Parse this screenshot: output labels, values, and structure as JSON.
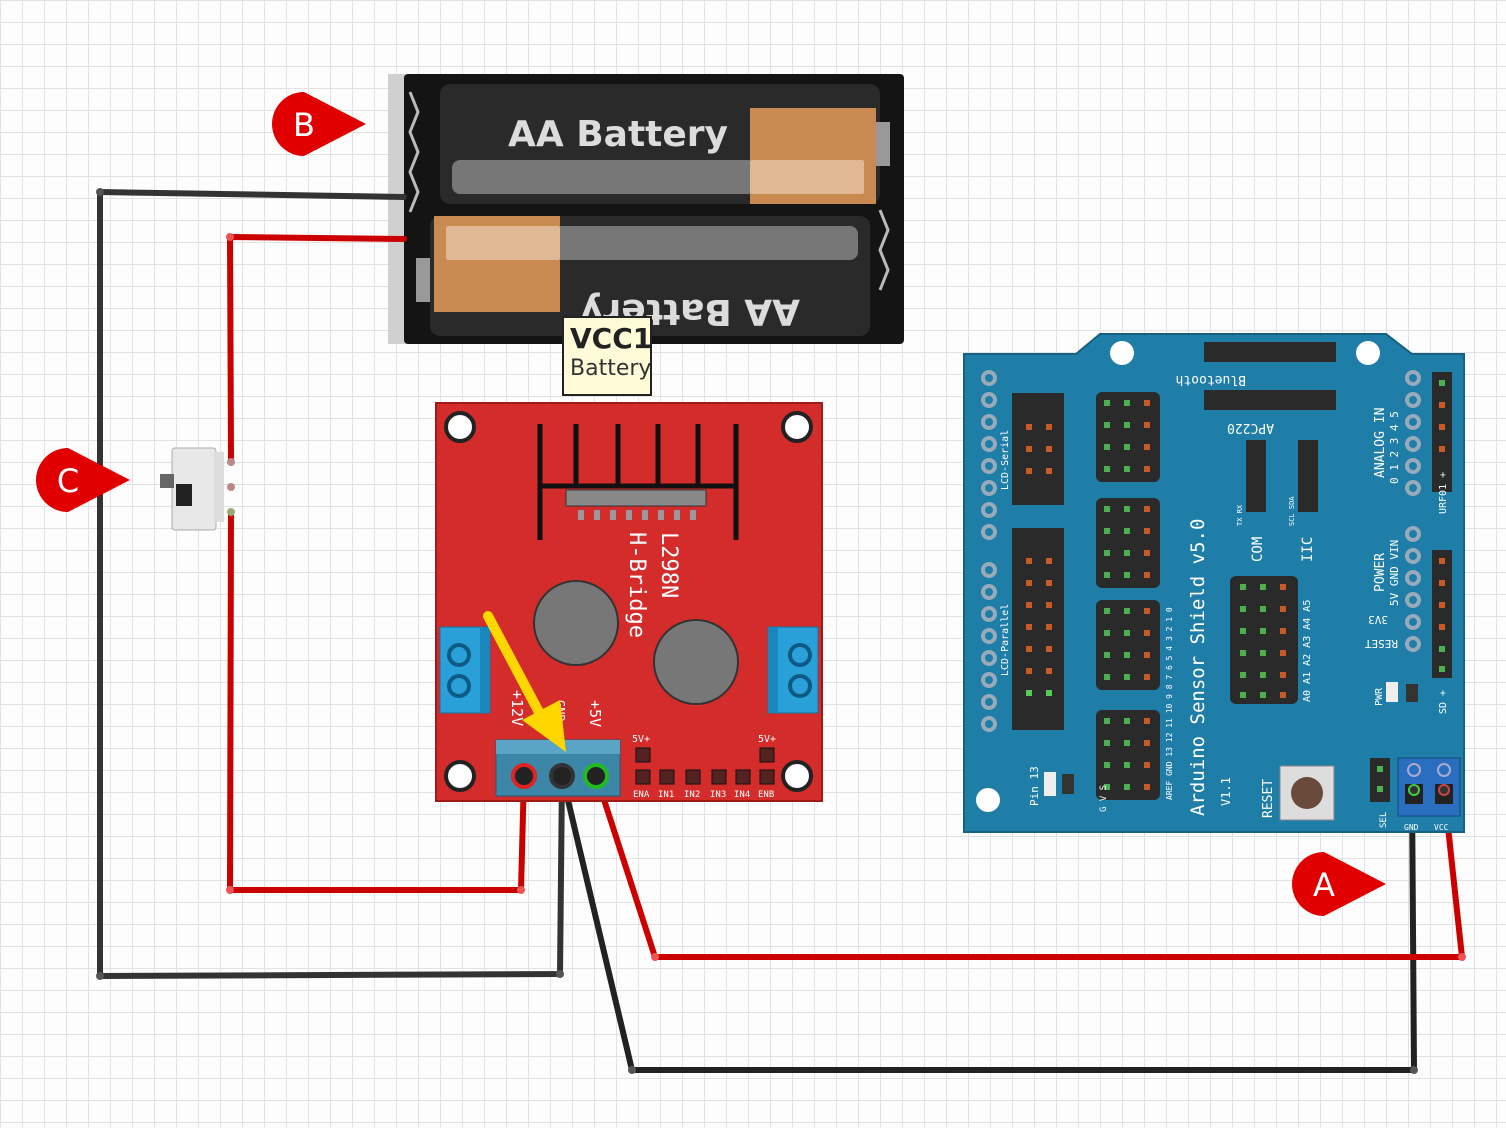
{
  "battery": {
    "label_top": "AA Battery",
    "label_bottom": "AA Battery"
  },
  "tooltip": {
    "title": "VCC1",
    "subtitle": "Battery"
  },
  "markers": {
    "a": "A",
    "b": "B",
    "c": "C"
  },
  "hbridge": {
    "title": "L298N",
    "subtitle": "H-Bridge",
    "pin_12v": "+12V",
    "pin_gnd": "GND",
    "pin_5v": "+5V",
    "ena_header": "5V+",
    "enb_header": "5V+",
    "pins": [
      "ENA",
      "IN1",
      "IN2",
      "IN3",
      "IN4",
      "ENB"
    ]
  },
  "shield": {
    "title": "Arduino Sensor Shield v5.0",
    "version": "V1.1",
    "reset": "RESET",
    "pin13": "Pin 13",
    "lcd_serial": "LCD-Serial",
    "lcd_parallel": "LCD-Parallel",
    "bluetooth": "Bluetooth",
    "apc220": "APC220",
    "com": "COM",
    "iic": "IIC",
    "analog_in": "ANALOG IN",
    "analog_pins": "0 1 2 3 4 5",
    "power": "POWER",
    "power_pins": "5V GND VIN",
    "v33": "3V3",
    "reset_right": "RESET",
    "pwr": "PWR",
    "urf01": "URF01 +",
    "sd": "SD +",
    "sel": "SEL",
    "gnd": "GND",
    "vcc": "VCC",
    "analog_row": "A0 A1 A2 A3 A4 A5",
    "gvs": "G V S",
    "digital_row": "AREF GND 13 12 11 10 9 8 7 6 5 4 3 2 1 0",
    "tx_rx": "TX RX",
    "scl_sda": "SCL SDA"
  },
  "colors": {
    "wire_red": "#cc0000",
    "wire_black": "#333333",
    "hbridge_red": "#d42b2b",
    "shield_blue": "#1f7ea8",
    "marker_red": "#e00000",
    "arrow_yellow": "#ffd700"
  }
}
